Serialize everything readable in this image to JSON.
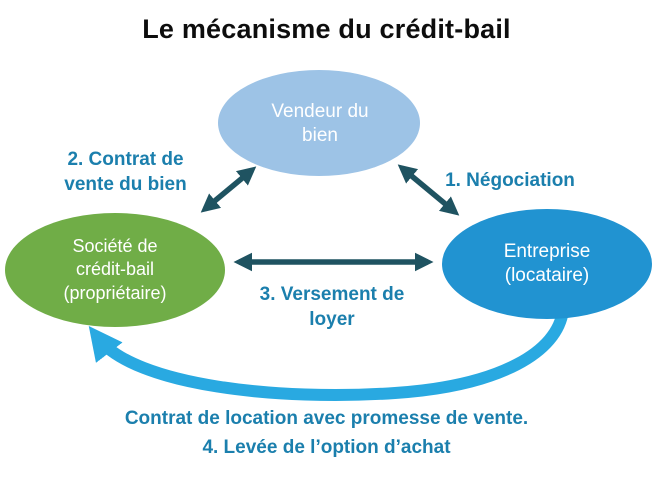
{
  "title": "Le mécanisme du crédit-bail",
  "nodes": {
    "vendor": {
      "fill": "#9DC3E6",
      "lines": [
        "Vendeur du",
        "bien"
      ]
    },
    "lessor": {
      "fill": "#70AD47",
      "lines": [
        "Société de",
        "crédit-bail",
        "(propriétaire)"
      ]
    },
    "lessee": {
      "fill": "#2193D1",
      "lines": [
        "Entreprise",
        "(locataire)"
      ]
    }
  },
  "labels": {
    "negotiation": "1. Négociation",
    "sale_contract_line1": "2. Contrat de",
    "sale_contract_line2": "vente du bien",
    "rent_line1": "3. Versement de",
    "rent_line2": "loyer",
    "bottom_line1": "Contrat de location avec promesse de vente.",
    "bottom_line2": "4. Levée de l’option d’achat"
  },
  "colors": {
    "arrow": "#1F5361",
    "curved_arrow": "#29A9E1",
    "label_text": "#1B7FAD",
    "title_text": "#0D0D0D",
    "node_text": "#FFFFFF"
  }
}
